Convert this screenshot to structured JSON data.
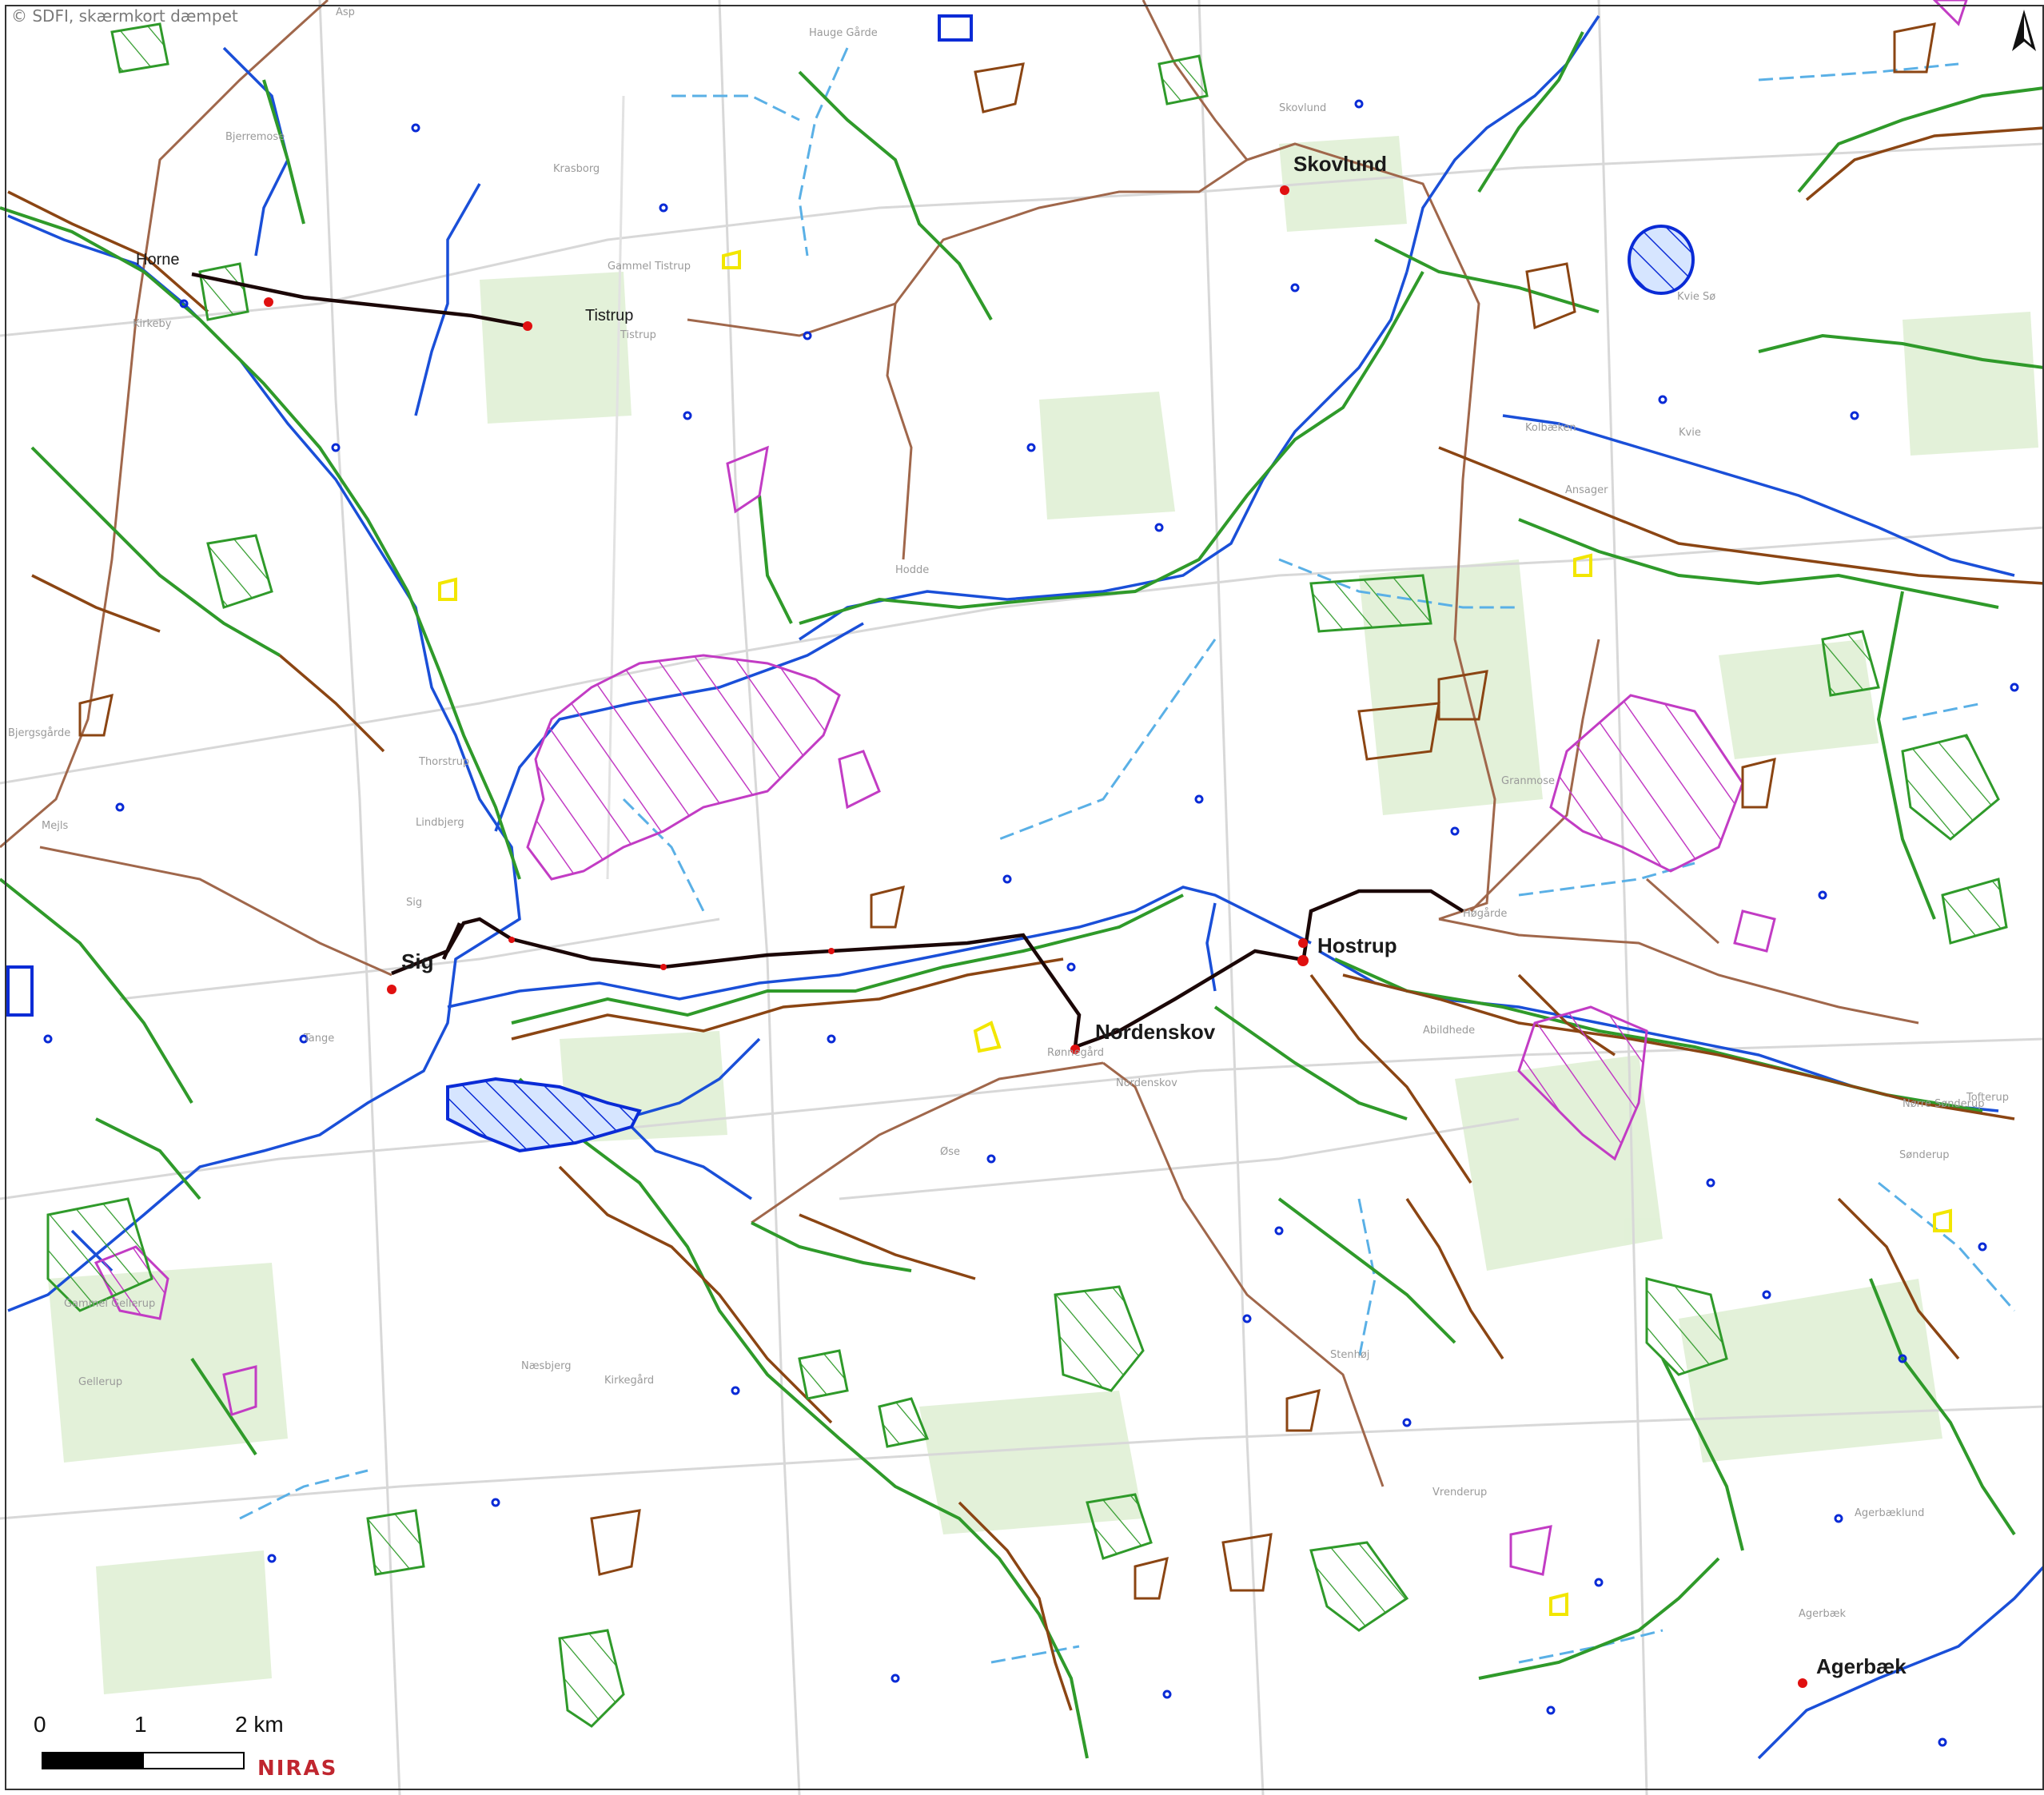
{
  "copyright": "© SDFI, skærmkort dæmpet",
  "towns": {
    "horne": "Horne",
    "tistrup": "Tistrup",
    "skovlund": "Skovlund",
    "sig": "Sig",
    "hostrup": "Hostrup",
    "nordenskov": "Nordenskov",
    "agerbaek": "Agerbæk"
  },
  "places": {
    "asp": "Asp",
    "hauge_gaarde": "Hauge Gårde",
    "skovlund_small": "Skovlund",
    "bjerremose": "Bjerremose",
    "krasborg": "Krasborg",
    "gammel_tistrup": "Gammel Tistrup",
    "tistrup_small": "Tistrup",
    "kvie_so": "Kvie Sø",
    "ansager": "Ansager",
    "kvie": "Kvie",
    "kolbaeken": "Kolbæken",
    "hodde": "Hodde",
    "kirkeby": "Kirkeby",
    "bjerregaarde": "Bjergsgårde",
    "thorstrup": "Thorstrup",
    "lindbjerg": "Lindbjerg",
    "sig_small": "Sig",
    "mejls": "Mejls",
    "tange": "Tange",
    "gammel_gellerup": "Gammel Gellerup",
    "gellerup": "Gellerup",
    "naesbjerg": "Næsbjerg",
    "kirkegaard": "Kirkegård",
    "ose": "Øse",
    "nordenskov_small": "Nordenskov",
    "stenhoj": "Stenhøj",
    "vrenderup": "Vrenderup",
    "granmose": "Granmose",
    "hoegaarde": "Høgårde",
    "tofterup": "Tofterup",
    "sonderup": "Sønderup",
    "norre_sonderup": "Nørre Sønderup",
    "agerbaek_small": "Agerbæk",
    "agerbaeklund": "Agerbæklund",
    "ronnegaard": "Rønnegård",
    "abildhede": "Abildhede"
  },
  "scale": {
    "l0": "0",
    "l1": "1",
    "l2": "2 km"
  },
  "logo": "NIRAS",
  "colors": {
    "green": "#2f9a2a",
    "brown": "#8b4513",
    "blue": "#0a2bd6",
    "magenta": "#c23cc4",
    "yellow": "#f2e600",
    "water_light": "#5ab0e6",
    "road": "#a0674b",
    "route": "#1b0707",
    "marker": "#e01010",
    "field": "#dceecf"
  }
}
